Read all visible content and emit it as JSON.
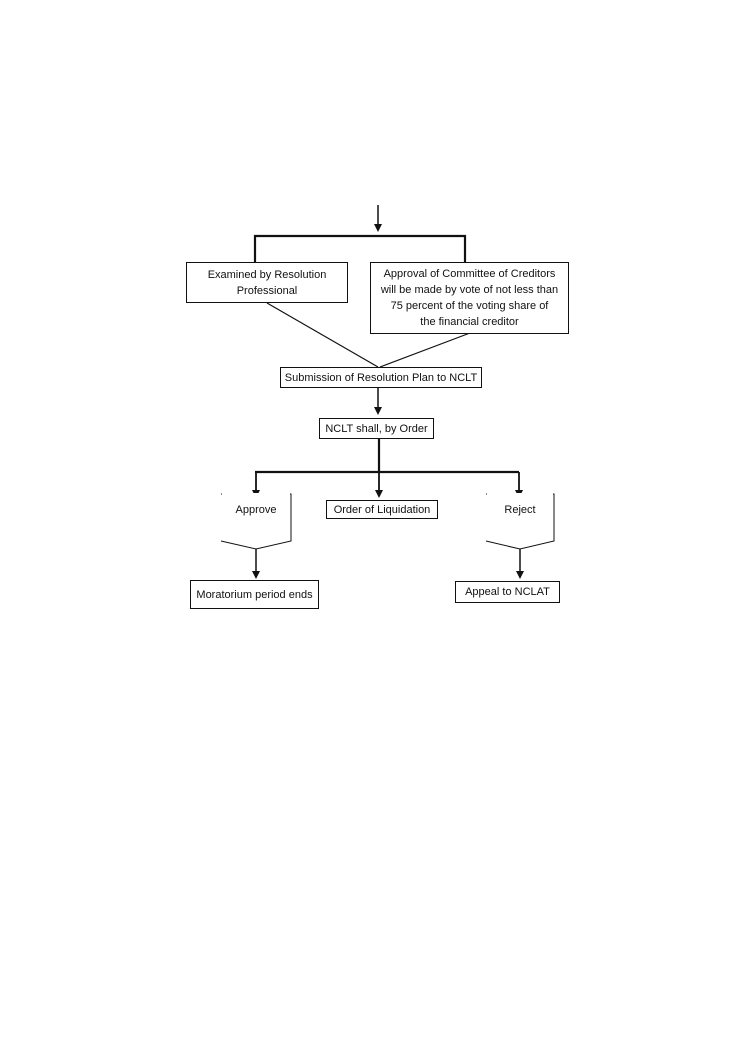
{
  "nodes": {
    "examined": {
      "lines": [
        "Examined by Resolution",
        "Professional"
      ]
    },
    "approval": {
      "lines": [
        "Approval of Committee of Creditors",
        "will be made by vote of not less than",
        "75 percent of the voting share of",
        "the financial creditor"
      ]
    },
    "submission": {
      "text": "Submission of Resolution Plan to NCLT"
    },
    "nclt_order": {
      "text": "NCLT shall, by Order"
    },
    "approve": {
      "text": "Approve"
    },
    "liquidation": {
      "text": "Order of Liquidation"
    },
    "reject": {
      "text": "Reject"
    },
    "moratorium": {
      "text": "Moratorium period ends"
    },
    "appeal": {
      "text": "Appeal to NCLAT"
    }
  },
  "colors": {
    "line": "#111111",
    "background": "#ffffff"
  }
}
